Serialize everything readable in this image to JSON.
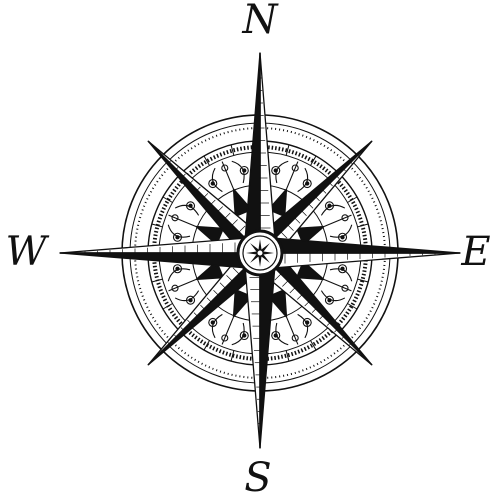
{
  "compass": {
    "north": "N",
    "south": "S",
    "east": "E",
    "west": "W"
  },
  "colors": {
    "ink": "#111111",
    "paper": "#ffffff"
  },
  "icons": {
    "main": "compass-rose-icon"
  }
}
